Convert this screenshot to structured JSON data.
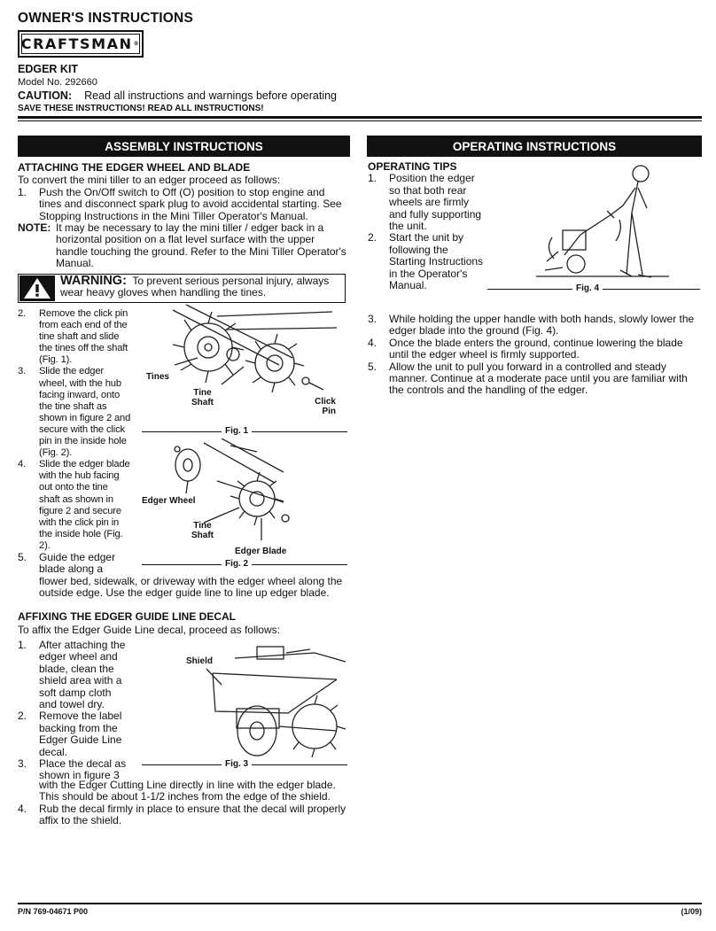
{
  "header": {
    "title": "OWNER'S INSTRUCTIONS",
    "brand": "CRAFTSMAN",
    "kit_name": "EDGER KIT",
    "model": "Model No. 292660",
    "caution_label": "CAUTION:",
    "caution_text": "Read all instructions and warnings before operating",
    "save_line": "SAVE THESE INSTRUCTIONS! READ ALL INSTRUCTIONS!"
  },
  "assembly": {
    "heading": "ASSEMBLY INSTRUCTIONS",
    "sub1": "ATTACHING THE EDGER WHEEL AND BLADE",
    "intro1": "To convert the mini tiller to an edger proceed as follows:",
    "step1_n": "1.",
    "step1": "Push the On/Off switch to Off (O) position to stop engine and tines and disconnect spark plug to avoid accidental starting. See Stopping Instructions in the Mini Tiller Operator's Manual.",
    "note_label": "NOTE:",
    "note": "It may be necessary to lay the mini tiller / edger back in a horizontal position on a flat level surface with the upper handle touching the ground. Refer to the Mini Tiller Operator's Manual.",
    "warning_label": "WARNING:",
    "warning": "To prevent serious personal injury, always wear heavy gloves when handling the tines.",
    "step2_n": "2.",
    "step2": "Remove the click pin from each end of the tine shaft and slide the tines off the shaft (Fig. 1).",
    "step3_n": "3.",
    "step3": "Slide the edger wheel, with the hub facing inward, onto the tine shaft as shown in figure 2 and secure with the click pin in the inside hole (Fig. 2).",
    "step4_n": "4.",
    "step4": "Slide the edger blade with the hub facing out onto the tine shaft as shown in figure 2 and secure with the click pin in the inside hole (Fig. 2).",
    "step5_n": "5.",
    "step5_a": "Guide the edger blade along a",
    "step5_b": "flower bed, sidewalk, or driveway with the edger wheel along the outside edge. Use the edger guide line to line up edger blade.",
    "fig1": {
      "label": "Fig. 1",
      "tines": "Tines",
      "tine_shaft_1": "Tine",
      "tine_shaft_2": "Shaft",
      "click_pin_1": "Click",
      "click_pin_2": "Pin"
    },
    "fig2": {
      "label": "Fig. 2",
      "edger_wheel": "Edger Wheel",
      "tine_shaft_1": "Tine",
      "tine_shaft_2": "Shaft",
      "edger_blade": "Edger Blade"
    },
    "sub2": "AFFIXING THE EDGER GUIDE LINE DECAL",
    "intro2": "To affix the Edger Guide Line decal, proceed as follows:",
    "d1_n": "1.",
    "d1": "After attaching the edger wheel and blade, clean the shield area with a soft damp cloth and towel dry.",
    "d2_n": "2.",
    "d2": "Remove the label backing from the Edger Guide Line decal.",
    "d3_n": "3.",
    "d3_a": "Place the decal as shown in figure 3",
    "d3_b": "with the Edger Cutting Line directly in line with the edger blade. This should be about 1-1/2 inches from the edge of the shield.",
    "d4_n": "4.",
    "d4": "Rub the decal firmly in place to ensure that the decal will properly affix to the shield.",
    "fig3": {
      "label": "Fig. 3",
      "shield": "Shield"
    }
  },
  "operating": {
    "heading": "OPERATING INSTRUCTIONS",
    "sub": "OPERATING TIPS",
    "o1_n": "1.",
    "o1": "Position the edger so that both rear wheels are firmly and fully supporting the unit.",
    "o2_n": "2.",
    "o2": "Start the unit by following the Starting Instructions in the Operator's Manual.",
    "o3_n": "3.",
    "o3": "While holding the upper handle with both hands, slowly lower the edger blade into the ground (Fig. 4).",
    "o4_n": "4.",
    "o4": "Once the blade enters the ground, continue lowering the blade until the edger wheel is firmly supported.",
    "o5_n": "5.",
    "o5": "Allow the unit to pull you forward in a controlled and steady manner. Continue at a moderate pace until you are familiar with the controls and the handling of the edger.",
    "fig4": {
      "label": "Fig. 4"
    }
  },
  "footer": {
    "part_number": "P/N 769-04671 P00",
    "date": "(1/09)"
  }
}
